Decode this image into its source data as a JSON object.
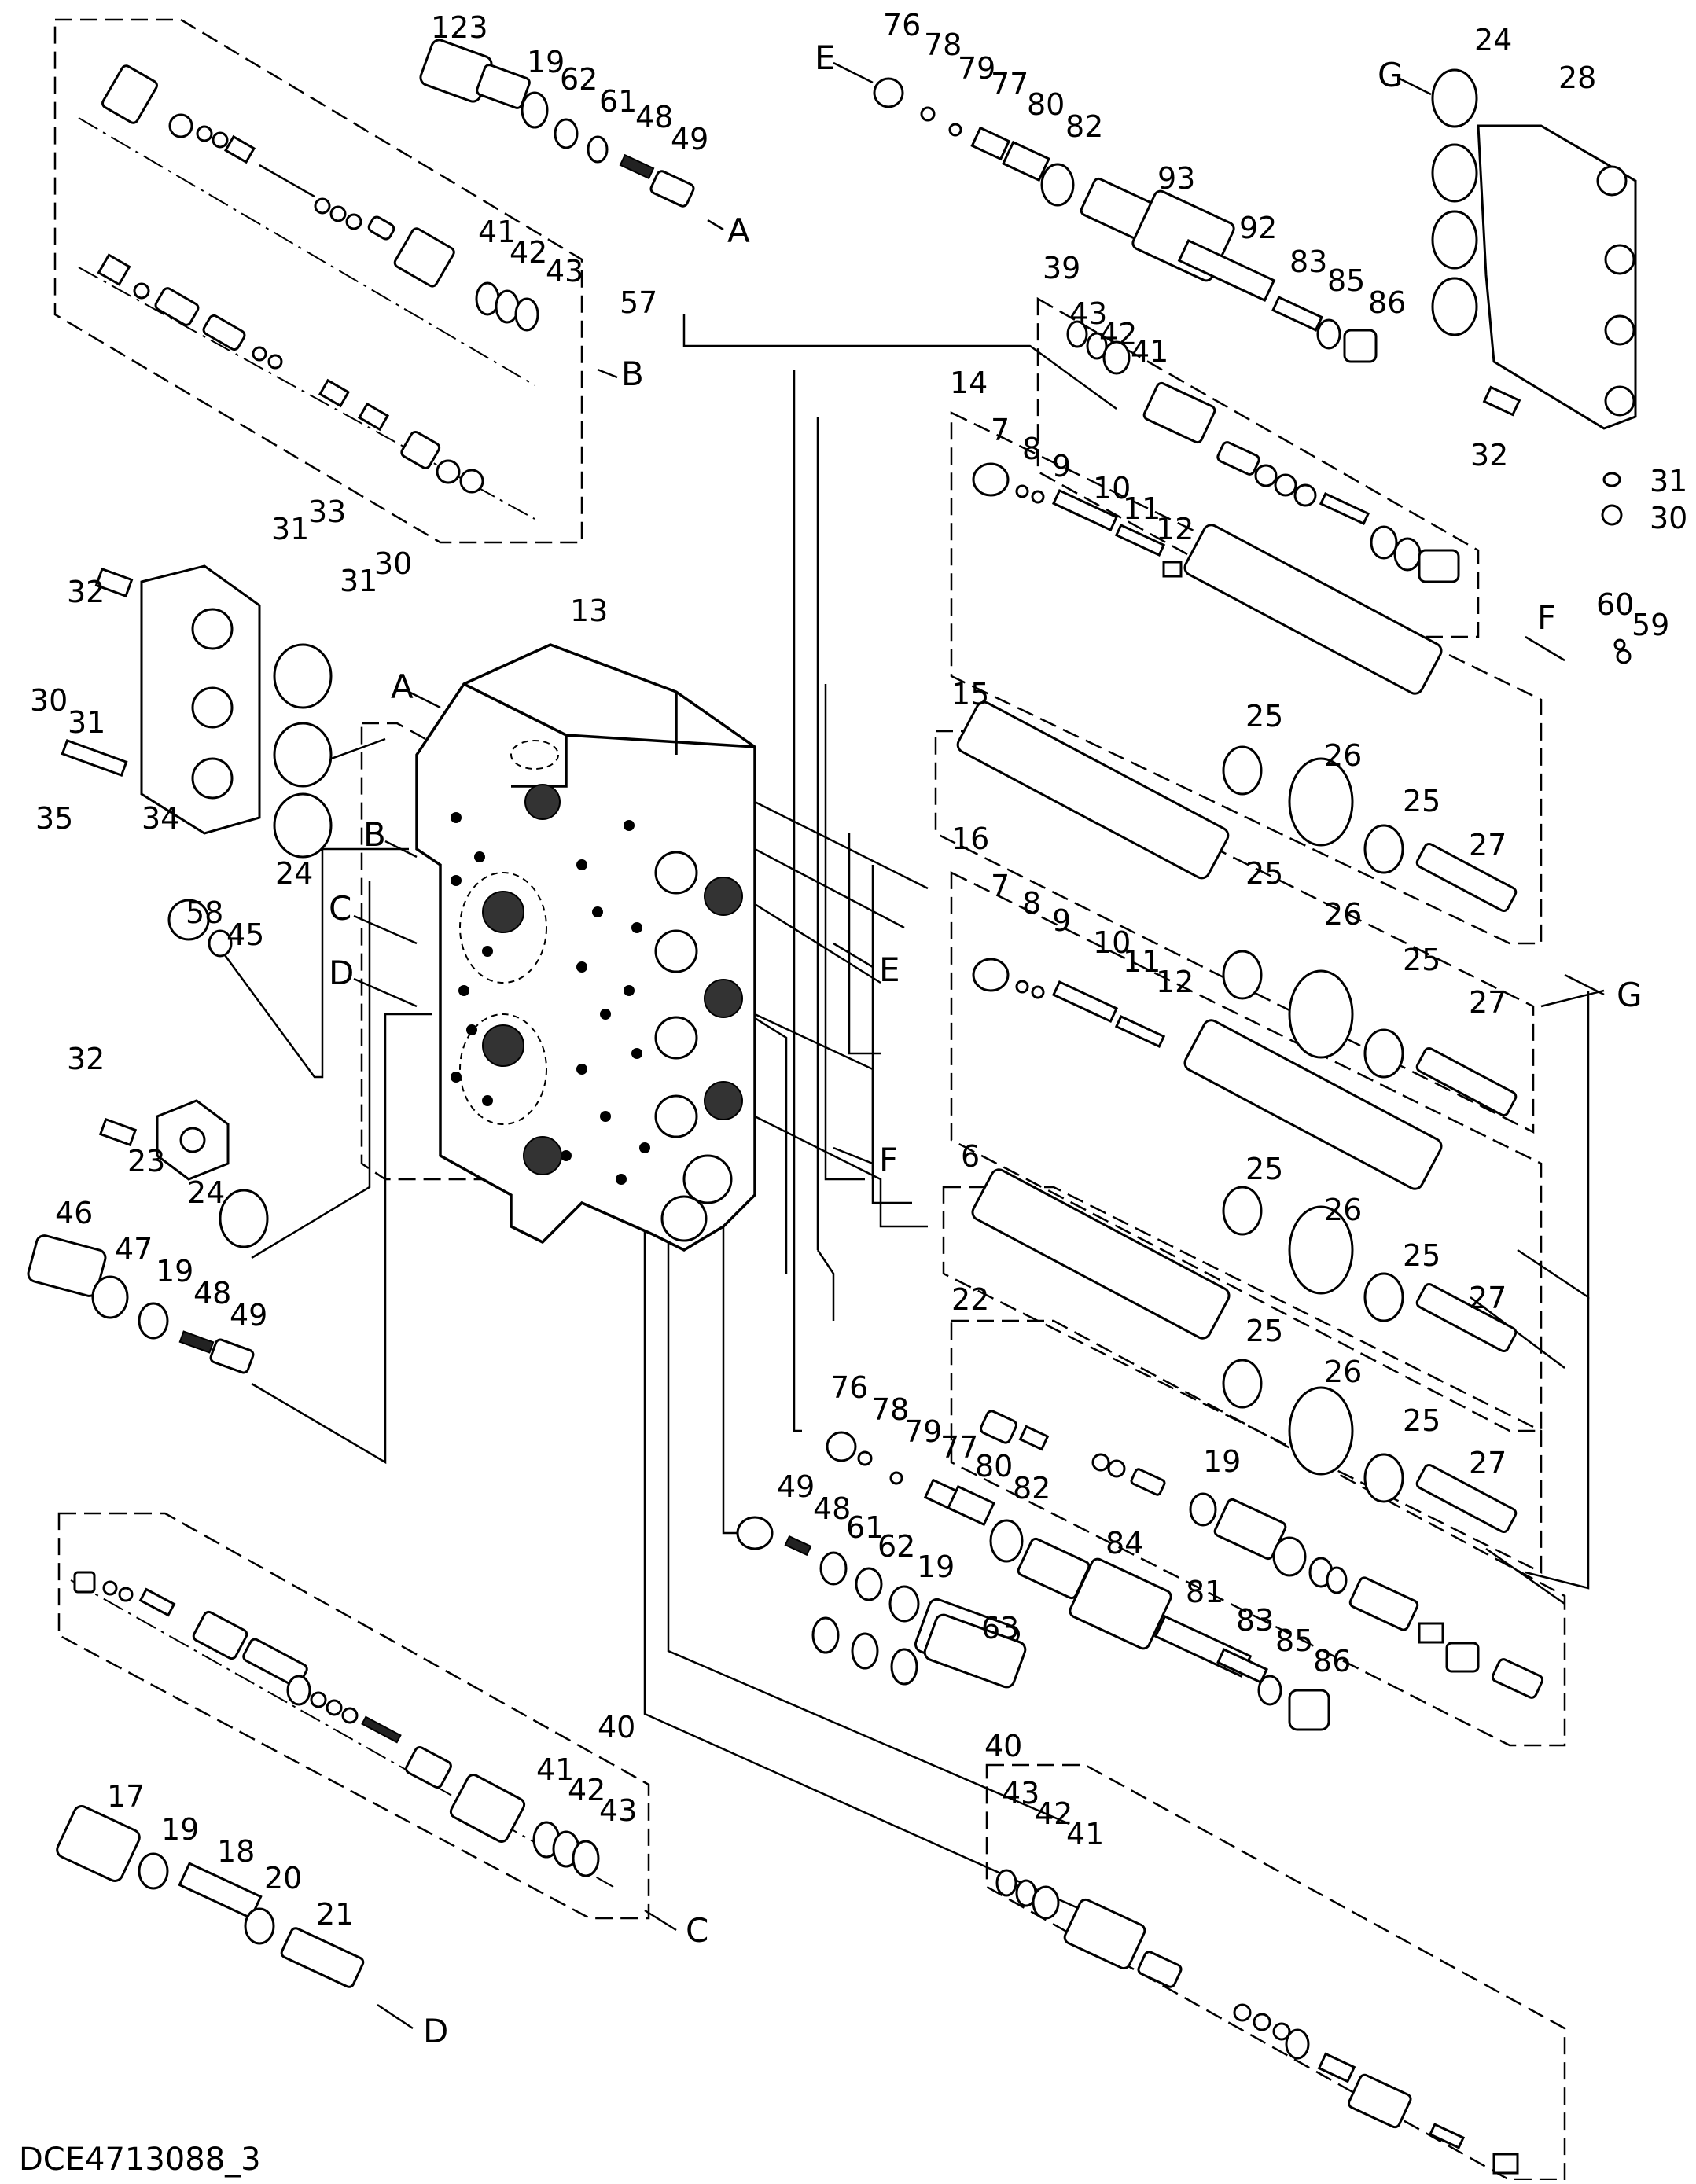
{
  "diagram": {
    "code": "DCE4713088_3",
    "ref_letters": {
      "A": "A",
      "B": "B",
      "C": "C",
      "D": "D",
      "E": "E",
      "F": "F",
      "G": "G"
    },
    "labels": {
      "l123": "123",
      "l19a": "19",
      "l62a": "62",
      "l61a": "61",
      "l48a": "48",
      "l49a": "49",
      "l41a": "41",
      "l42a": "42",
      "l43a": "43",
      "l57": "57",
      "l76a": "76",
      "l78a": "78",
      "l79a": "79",
      "l77a": "77",
      "l80a": "80",
      "l82a": "82",
      "l93": "93",
      "l92": "92",
      "l83a": "83",
      "l85a": "85",
      "l86a": "86",
      "l24a": "24",
      "l28": "28",
      "l32a": "32",
      "l31a": "31",
      "l30a": "30",
      "l39": "39",
      "l43b": "43",
      "l42b": "42",
      "l41b": "41",
      "l14": "14",
      "l7a": "7",
      "l8a": "8",
      "l9a": "9",
      "l10a": "10",
      "l11a": "11",
      "l12a": "12",
      "l60": "60",
      "l59": "59",
      "l25a": "25",
      "l26a": "26",
      "l25b": "25",
      "l27a": "27",
      "l15": "15",
      "l16": "16",
      "l7b": "7",
      "l8b": "8",
      "l9b": "9",
      "l10b": "10",
      "l11b": "11",
      "l12b": "12",
      "l25c": "25",
      "l26b": "26",
      "l25d": "25",
      "l27b": "27",
      "l25e": "25",
      "l26c": "26",
      "l25f": "25",
      "l6": "6",
      "l27c": "27",
      "l22": "22",
      "l25g": "25",
      "l26d": "26",
      "l25h": "25",
      "l27d": "27",
      "l13": "13",
      "l31b": "31",
      "l33": "33",
      "l31c": "31",
      "l30b": "30",
      "l32b": "32",
      "l30c": "30",
      "l31d": "31",
      "l35": "35",
      "l34": "34",
      "l24b": "24",
      "l58": "58",
      "l45": "45",
      "l32c": "32",
      "l23": "23",
      "l24c": "24",
      "l46": "46",
      "l47": "47",
      "l19b": "19",
      "l48b": "48",
      "l49b": "49",
      "l76b": "76",
      "l78b": "78",
      "l79b": "79",
      "l77b": "77",
      "l80b": "80",
      "l82b": "82",
      "l19c": "19",
      "l49c": "49",
      "l48c": "48",
      "l61b": "61",
      "l62b": "62",
      "l19d": "19",
      "l84": "84",
      "l81": "81",
      "l83b": "83",
      "l85b": "85",
      "l86b": "86",
      "l63": "63",
      "l40a": "40",
      "l41c": "41",
      "l42c": "42",
      "l43c": "43",
      "l17": "17",
      "l19e": "19",
      "l18": "18",
      "l20": "20",
      "l21": "21",
      "l40b": "40",
      "l43d": "43",
      "l42d": "42",
      "l41d": "41"
    }
  }
}
